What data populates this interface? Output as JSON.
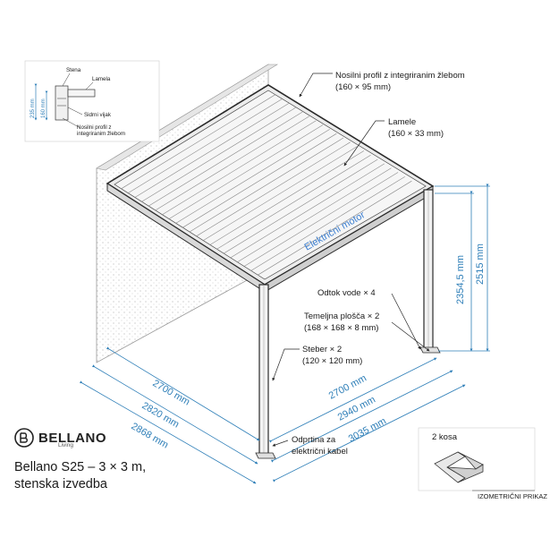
{
  "inset": {
    "stena": "Stena",
    "lamela": "Lamela",
    "sidrni_vijak": "Sidrni vijak",
    "nosilni_profil": "Nosilni profil z",
    "nosilni_profil_2": "integriranim žlebom",
    "dim_235": "235 mm",
    "dim_160": "160 mm"
  },
  "labels": {
    "nosilni_profil_1": "Nosilni profil z integriranim žlebom",
    "nosilni_profil_2": "(160 × 95 mm)",
    "lamele_1": "Lamele",
    "lamele_2": "(160 × 33 mm)",
    "motor": "Električni motor",
    "odtok": "Odtok vode × 4",
    "temeljna_1": "Temeljna plošča × 2",
    "temeljna_2": "(168 × 168 × 8 mm)",
    "steber_1": "Steber × 2",
    "steber_2": "(120 × 120 mm)",
    "odprtina_1": "Odprtina za",
    "odprtina_2": "električni kabel",
    "kosa": "2 kosa",
    "view_tag": "IZOMETRIČNI PRIKAZ"
  },
  "dimensions": {
    "height_inner": "2354,5 mm",
    "height_outer": "2515 mm",
    "left_1": "2700 mm",
    "left_2": "2820 mm",
    "left_3": "2868 mm",
    "right_1": "2700 mm",
    "right_2": "2940 mm",
    "right_3": "3035 mm"
  },
  "brand": {
    "name": "BELLANO",
    "sub": "Living"
  },
  "title": {
    "line1": "Bellano S25 – 3 × 3 m,",
    "line2": "stenska izvedba"
  },
  "colors": {
    "dimension": "#2f7fb8",
    "structure": "#2a2a2a",
    "wall": "#cfcfcf"
  }
}
